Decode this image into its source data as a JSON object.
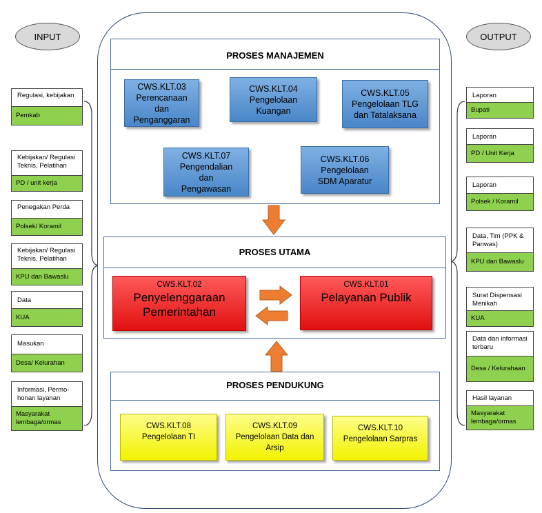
{
  "input": {
    "title": "INPUT",
    "items": [
      {
        "label": "Regulasi, kebijakan",
        "source": "Pemkab"
      },
      {
        "label": "Kebijakan/ Regulasi Teknis, Pelatihan",
        "source": "PD  / unit kerja"
      },
      {
        "label": "Penegakan Perda",
        "source": "Polsek/ Koramil"
      },
      {
        "label": "Kebijakan/ Regulasi Teknis, Pelatihan",
        "source": "KPU dan Bawaslu"
      },
      {
        "label": "Data",
        "source": "KUA"
      },
      {
        "label": "Masukan",
        "source": "Desa/ Kelurahan"
      },
      {
        "label": "Informasi, Permo-honan layanan",
        "source": "Masyarakat lembaga/ormas"
      }
    ]
  },
  "output": {
    "title": "OUTPUT",
    "items": [
      {
        "label": "Laporan",
        "target": "Bupati"
      },
      {
        "label": "Laporan",
        "target": "PD / Unit Kerja"
      },
      {
        "label": "Laporan",
        "target": "Polsek / Koramil"
      },
      {
        "label": "Data, Tim (PPK & Panwas)",
        "target": "KPU dan Bawaslu"
      },
      {
        "label": "Surat Dispensasi Menikah",
        "target": "KUA"
      },
      {
        "label": "Data dan informasi terbaru",
        "target": "Desa / Kelurahaan"
      },
      {
        "label": "Hasil layanan",
        "target": "Masyarakat lembaga/ormas"
      }
    ]
  },
  "manajemen": {
    "title": "PROSES MANAJEMEN",
    "processes": [
      {
        "code": "CWS.KLT.03",
        "name": "Perencanaan dan Penganggaran"
      },
      {
        "code": "CWS.KLT.04",
        "name": "Pengelolaan Kuangan"
      },
      {
        "code": "CWS.KLT.05",
        "name": "Pengelolaan TLG dan Tatalaksana"
      },
      {
        "code": "CWS.KLT.07",
        "name": "Pengendalian dan Pengawasan"
      },
      {
        "code": "CWS.KLT.06",
        "name": "Pengelolaan SDM Aparatur"
      }
    ]
  },
  "utama": {
    "title": "PROSES UTAMA",
    "processes": [
      {
        "code": "CWS.KLT.02",
        "name": "Penyelenggaraan Pemerintahan"
      },
      {
        "code": "CWS.KLT.01",
        "name": "Pelayanan Publik"
      }
    ]
  },
  "pendukung": {
    "title": "PROSES PENDUKUNG",
    "processes": [
      {
        "code": "CWS.KLT.08",
        "name": "Pengelolaan TI"
      },
      {
        "code": "CWS.KLT.09",
        "name": "Pengelolaan Data dan Arsip"
      },
      {
        "code": "CWS.KLT.10",
        "name": "Pengelolaan Sarpras"
      }
    ]
  },
  "colors": {
    "management": "#5b95d4",
    "core": "#ee2222",
    "support": "#f5f500",
    "io_highlight": "#8fd14f",
    "arrow": "#ed7d31"
  }
}
